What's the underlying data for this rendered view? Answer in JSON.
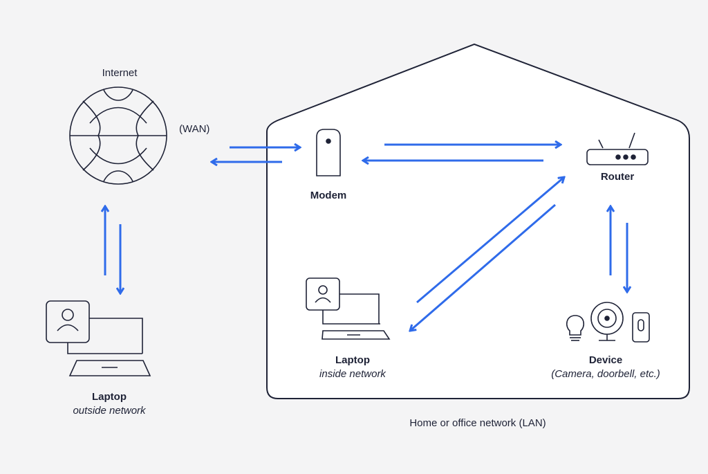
{
  "colors": {
    "background": "#f4f4f5",
    "house_fill": "#ffffff",
    "outline": "#1e2236",
    "arrow": "#2f6bea"
  },
  "labels": {
    "internet": "Internet",
    "wan": "(WAN)",
    "modem": "Modem",
    "router": "Router",
    "laptop_inside_title": "Laptop",
    "laptop_inside_sub": "inside network",
    "laptop_outside_title": "Laptop",
    "laptop_outside_sub": "outside network",
    "device_title": "Device",
    "device_sub": "(Camera, doorbell, etc.)",
    "lan": "Home or office network (LAN)"
  },
  "icons": [
    "globe-icon",
    "modem-icon",
    "router-icon",
    "laptop-user-icon",
    "bulb-icon",
    "camera-icon",
    "doorbell-icon",
    "arrow-icon"
  ]
}
